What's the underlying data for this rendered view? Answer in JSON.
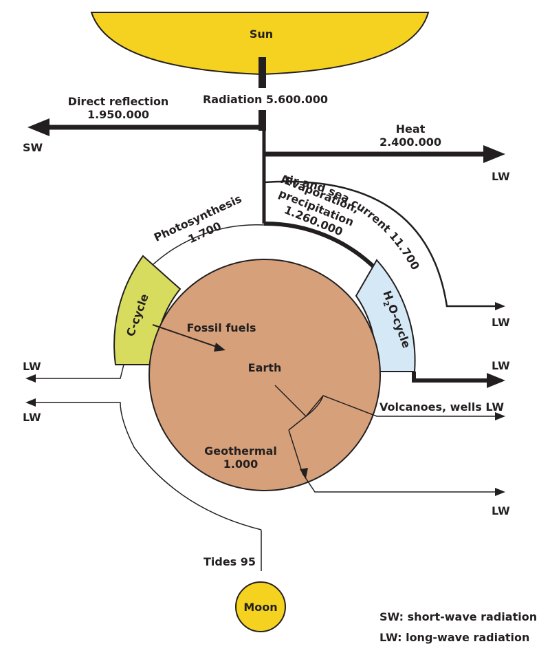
{
  "labels": {
    "sun": "Sun",
    "radiation": "Radiation 5.600.000",
    "direct_reflection_title": "Direct reflection",
    "direct_reflection_value": "1.950.000",
    "sw": "SW",
    "heat_title": "Heat",
    "heat_value": "2.400.000",
    "lw_heat": "LW",
    "air_sea": "Air and sea current 11.700",
    "evaporation_line1": "Evaporation,",
    "evaporation_line2": "precipitation",
    "evaporation_value": "1.260.000",
    "photosynthesis_title": "Photosynthesis",
    "photosynthesis_value": "1.700",
    "c_cycle": "C-cycle",
    "h2o_cycle_h": "H",
    "h2o_cycle_sub": "2",
    "h2o_cycle_rest": "O-cycle",
    "lw_air": "LW",
    "lw_h2o": "LW",
    "lw_left_1": "LW",
    "lw_left_2": "LW",
    "fossil_fuels": "Fossil fuels",
    "earth": "Earth",
    "volcanoes": "Volcanoes, wells LW",
    "geothermal_title": "Geothermal",
    "geothermal_value": "1.000",
    "lw_geothermal": "LW",
    "tides": "Tides 95",
    "moon": "Moon"
  },
  "legend": {
    "sw": "SW: short-wave radiation",
    "lw": "LW: long-wave radiation"
  },
  "colors": {
    "sun": "#f5d21f",
    "earth": "#d6a17a",
    "c_cycle": "#d7dc5e",
    "h2o_cycle": "#d5e8f5",
    "moon": "#f5d21f",
    "ink": "#231f20"
  }
}
